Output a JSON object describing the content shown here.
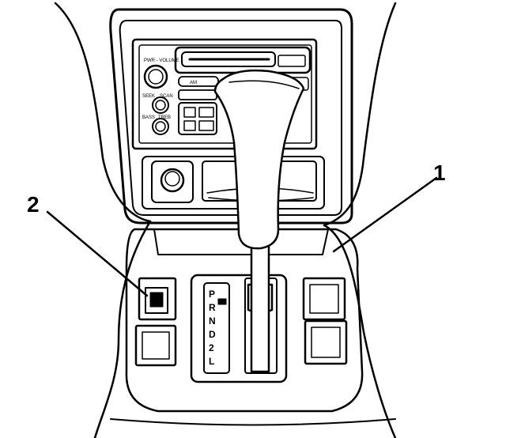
{
  "callouts": [
    {
      "id": "1",
      "label": "1"
    },
    {
      "id": "2",
      "label": "2"
    }
  ],
  "radio": {
    "knob_label": "PWR - VOLUME",
    "seek_label": "SEEK",
    "scan_label": "SCAN",
    "bass_label": "BASS",
    "treble_label": "TREB",
    "button_label": "AM"
  },
  "shifter": {
    "gears": [
      "P",
      "R",
      "N",
      "D",
      "2",
      "L"
    ]
  },
  "colors": {
    "ink": "#000000",
    "paper": "#ffffff"
  }
}
